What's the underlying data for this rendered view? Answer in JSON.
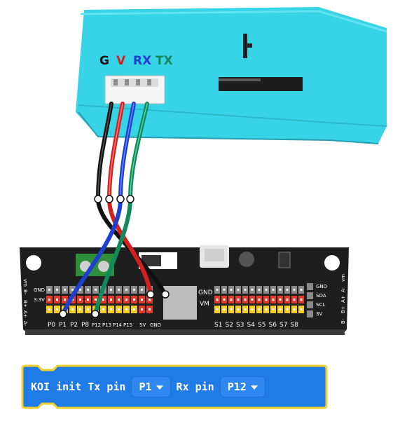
{
  "wire_labels": {
    "g": "G",
    "v": "V",
    "rx": "RX",
    "tx": "TX"
  },
  "colors": {
    "device_body": "#37d3e6",
    "board": "#1e1e1e",
    "wire_g": "#111111",
    "wire_v": "#d52020",
    "wire_rx": "#1f3fd0",
    "wire_tx": "#0f8a5a",
    "block_fill": "#1f7be6",
    "block_outline": "#f2d02c"
  },
  "board": {
    "left_side_labels": [
      "vm",
      "B-",
      "B+",
      "A+",
      "A-"
    ],
    "right_side_labels": [
      "B-",
      "B+",
      "A+",
      "A-",
      "vm"
    ],
    "left_row_labels": [
      "GND",
      "3.3V"
    ],
    "right_row_labels": [
      "GND",
      "SDA",
      "SCL",
      "3V"
    ],
    "left_pins_big": [
      "P0",
      "P1",
      "P2",
      "P8"
    ],
    "left_pins_small": [
      "P12",
      "P13",
      "P14",
      "P15",
      "5V",
      "GND"
    ],
    "middle_labels": [
      "GND",
      "VM"
    ],
    "servo_pins": [
      "S1",
      "S2",
      "S3",
      "S4",
      "S5",
      "S6",
      "S7",
      "S8"
    ]
  },
  "block": {
    "text_init": "KOI init Tx pin",
    "tx_value": "P1",
    "text_rx": "Rx pin",
    "rx_value": "P12"
  }
}
